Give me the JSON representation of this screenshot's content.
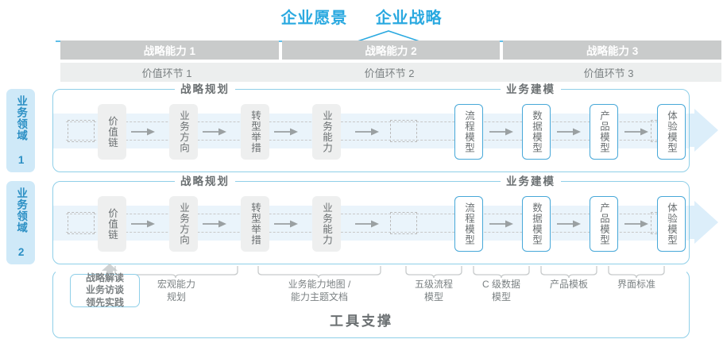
{
  "header": {
    "title_left": "企业愿景",
    "title_right": "企业战略"
  },
  "capabilities": [
    {
      "label": "战略能力 1"
    },
    {
      "label": "战略能力 2"
    },
    {
      "label": "战略能力 3"
    }
  ],
  "value_links": [
    {
      "label": "价值环节 1"
    },
    {
      "label": "价值环节 2"
    },
    {
      "label": "价值环节 3"
    }
  ],
  "domains": [
    {
      "label": "业务领域 1"
    },
    {
      "label": "业务领域 2"
    }
  ],
  "sections": {
    "planning": "战略规划",
    "modeling": "业务建模"
  },
  "nodes": {
    "planning": [
      {
        "label": "价值链"
      },
      {
        "label": "业务方向"
      },
      {
        "label": "转型举措"
      },
      {
        "label": "业务能力"
      }
    ],
    "modeling": [
      {
        "label": "流程模型"
      },
      {
        "label": "数据模型"
      },
      {
        "label": "产品模型"
      },
      {
        "label": "体验模型"
      }
    ]
  },
  "tool_box": {
    "line1": "战略解读",
    "line2": "业务访谈",
    "line3": "领先实践"
  },
  "deliverables": [
    {
      "line1": "宏观能力",
      "line2": "规划"
    },
    {
      "line1": "业务能力地图 /",
      "line2": "能力主题文档"
    },
    {
      "line1": "五级流程",
      "line2": "模型"
    },
    {
      "line1": "C 级数据",
      "line2": "模型"
    },
    {
      "line1": "产品模板",
      "line2": ""
    },
    {
      "line1": "界面标准",
      "line2": ""
    }
  ],
  "footer": {
    "label": "工具支撑"
  },
  "colors": {
    "accent_blue": "#2aa9e0",
    "border_blue": "#8fcfe8",
    "node_blue": "#47a8d8",
    "band_blue": "#eaf4fb",
    "tab_blue": "#cfe9f8",
    "cap_gray": "#c9cbcb",
    "val_gray": "#eceeee",
    "node_gray": "#eeefef",
    "text_gray": "#6b7072"
  }
}
